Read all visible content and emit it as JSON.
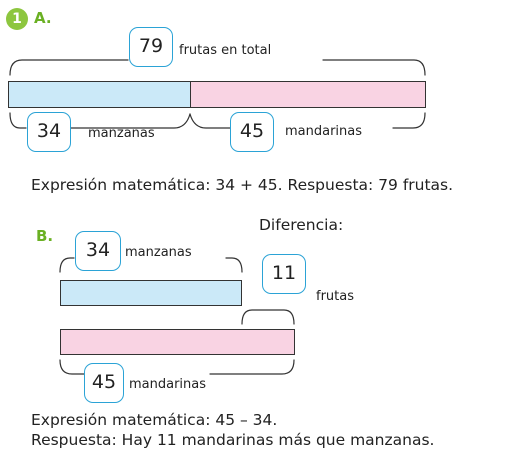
{
  "section_a": {
    "number": "1",
    "label": "A.",
    "total_value": "79",
    "total_label": "frutas en total",
    "part1_value": "34",
    "part1_label": "manzanas",
    "part2_value": "45",
    "part2_label": "mandarinas",
    "expression": "Expresión matemática: 34 + 45. Respuesta: 79 frutas."
  },
  "section_b": {
    "label": "B.",
    "difference_heading": "Diferencia:",
    "top_value": "34",
    "top_label": "manzanas",
    "diff_value": "11",
    "diff_label": "frutas",
    "bottom_value": "45",
    "bottom_label": "mandarinas",
    "expression": "Expresión matemática: 45 – 34.",
    "answer": "Respuesta: Hay 11 mandarinas más que manzanas."
  },
  "colors": {
    "apples_bar": "#cbe9f8",
    "mandarins_bar": "#f9d3e3",
    "box_border": "#2ba3d6",
    "badge": "#8dc63f",
    "section_label": "#6ab023"
  }
}
